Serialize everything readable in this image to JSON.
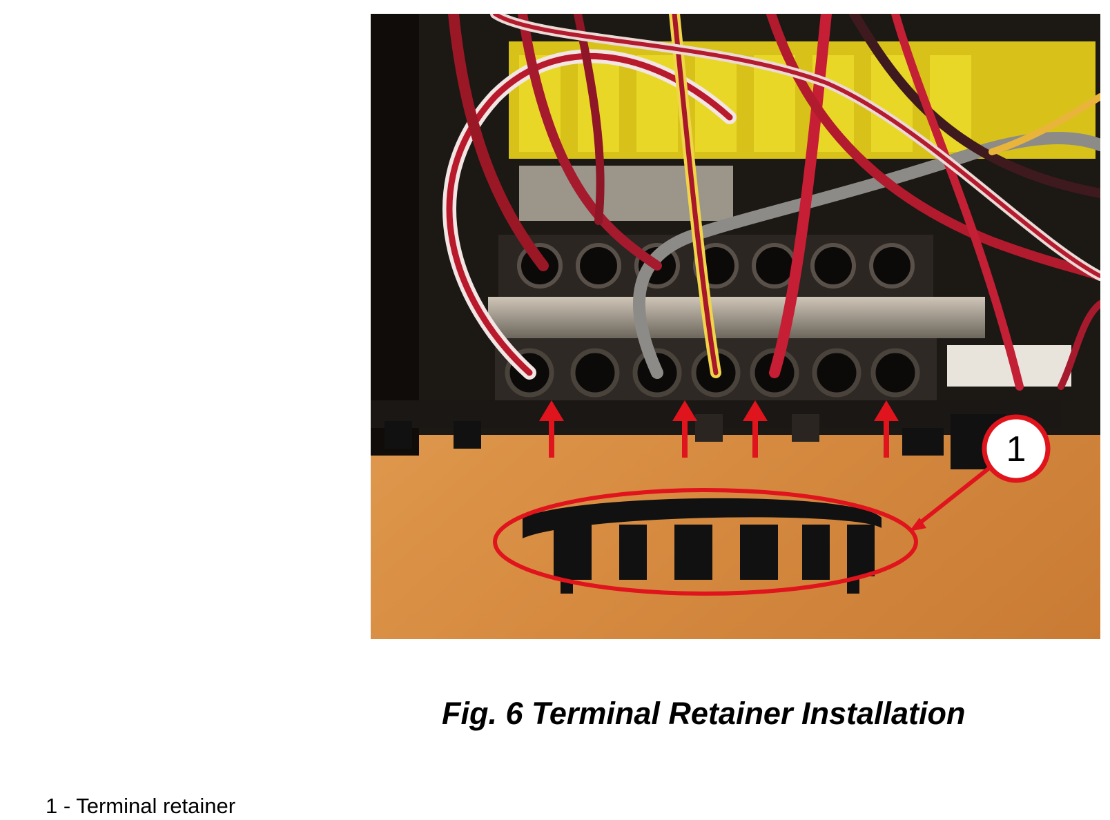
{
  "figure": {
    "callout_number": "1",
    "caption": "Fig. 6 Terminal Retainer Installation",
    "colors": {
      "highlight": "#e0141c",
      "background_surface": "#dc9a4e",
      "retainer": "#111111"
    }
  },
  "legend": {
    "items": [
      {
        "text": "1 - Terminal retainer"
      }
    ]
  }
}
